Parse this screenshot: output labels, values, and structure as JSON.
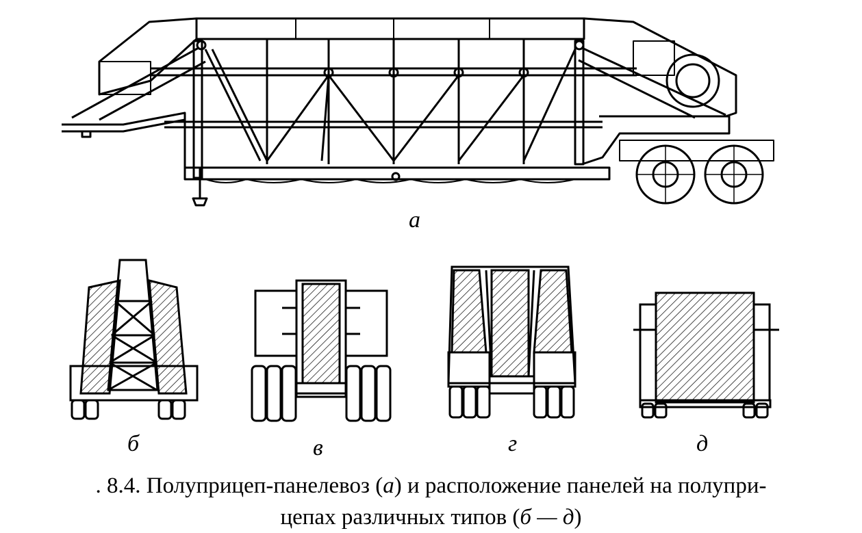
{
  "labels": {
    "a": "а",
    "b": "б",
    "v": "в",
    "g": "г",
    "d": "д"
  },
  "caption": {
    "line1_prefix": ". 8.4. Полуприцеп-панелевоз (",
    "line1_ital": "а",
    "line1_suffix": ") и расположение панелей на полупри-",
    "line2_prefix": "цепах различных типов (",
    "line2_ital": "б — д",
    "line2_suffix": ")"
  },
  "colors": {
    "ink": "#000000",
    "paper": "#ffffff"
  }
}
